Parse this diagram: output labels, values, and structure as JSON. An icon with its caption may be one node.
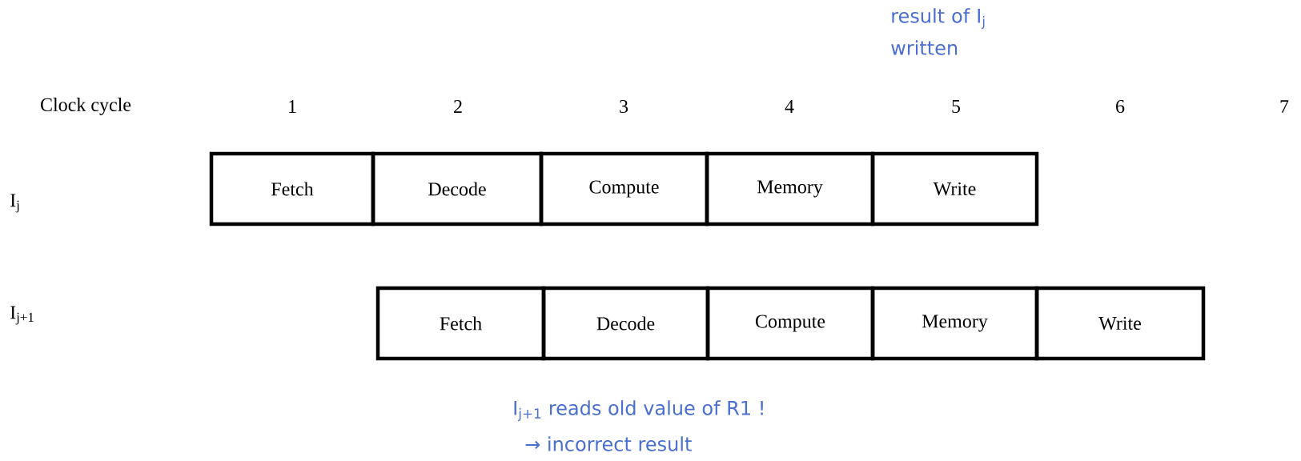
{
  "diagram": {
    "nodes": [
      {
        "text": [
          "Fetch"
        ]
      },
      {
        "text": [
          "Decode"
        ]
      },
      {
        "text": [
          "Compute"
        ]
      },
      {
        "text": [
          "Memory"
        ]
      },
      {
        "text": [
          "Write"
        ]
      },
      {
        "text": [
          "Fetch"
        ]
      },
      {
        "text": [
          "Decode"
        ]
      },
      {
        "text": [
          "Compute"
        ]
      },
      {
        "text": [
          "Memory"
        ]
      },
      {
        "text": [
          "Write"
        ]
      }
    ],
    "labels": [
      "result of I$_{j}$ written",
      "Clock cycle",
      "1",
      "2",
      "3",
      "4",
      "5",
      "6",
      "7",
      "I$_{j}$",
      "I$_{j+1}$",
      "I$_{j+1}$ reads old value of R1 !",
      "→ incorrect result"
    ]
  }
}
